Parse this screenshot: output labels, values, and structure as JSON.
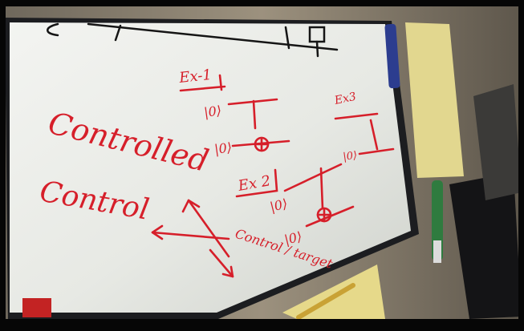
{
  "image": {
    "subject": "whiteboard with red handwritten quantum circuit notes",
    "colors": {
      "letterbox": "#060606",
      "wall": "#8f8574",
      "whiteboard": "#e9ebe6",
      "board_frame": "#1c1d20",
      "red_marker_ink": "#d61f2a",
      "black_marker_ink": "#151515",
      "sticky_note": "#e3d98f",
      "green_marker": "#2f7b3f",
      "blue_marker": "#2c3d8f"
    }
  },
  "board": {
    "labels": {
      "ex1": "Ex-1",
      "ex2": "Ex 2",
      "ex3": "Ex3",
      "controlled": "Controlled",
      "control": "Control",
      "control_target": "Control / target",
      "ket_1": "|0⟩",
      "ket_2": "|0⟩",
      "ket_3": "|0⟩",
      "ket_4": "|0⟩",
      "ket_5": "|0⟩"
    }
  }
}
